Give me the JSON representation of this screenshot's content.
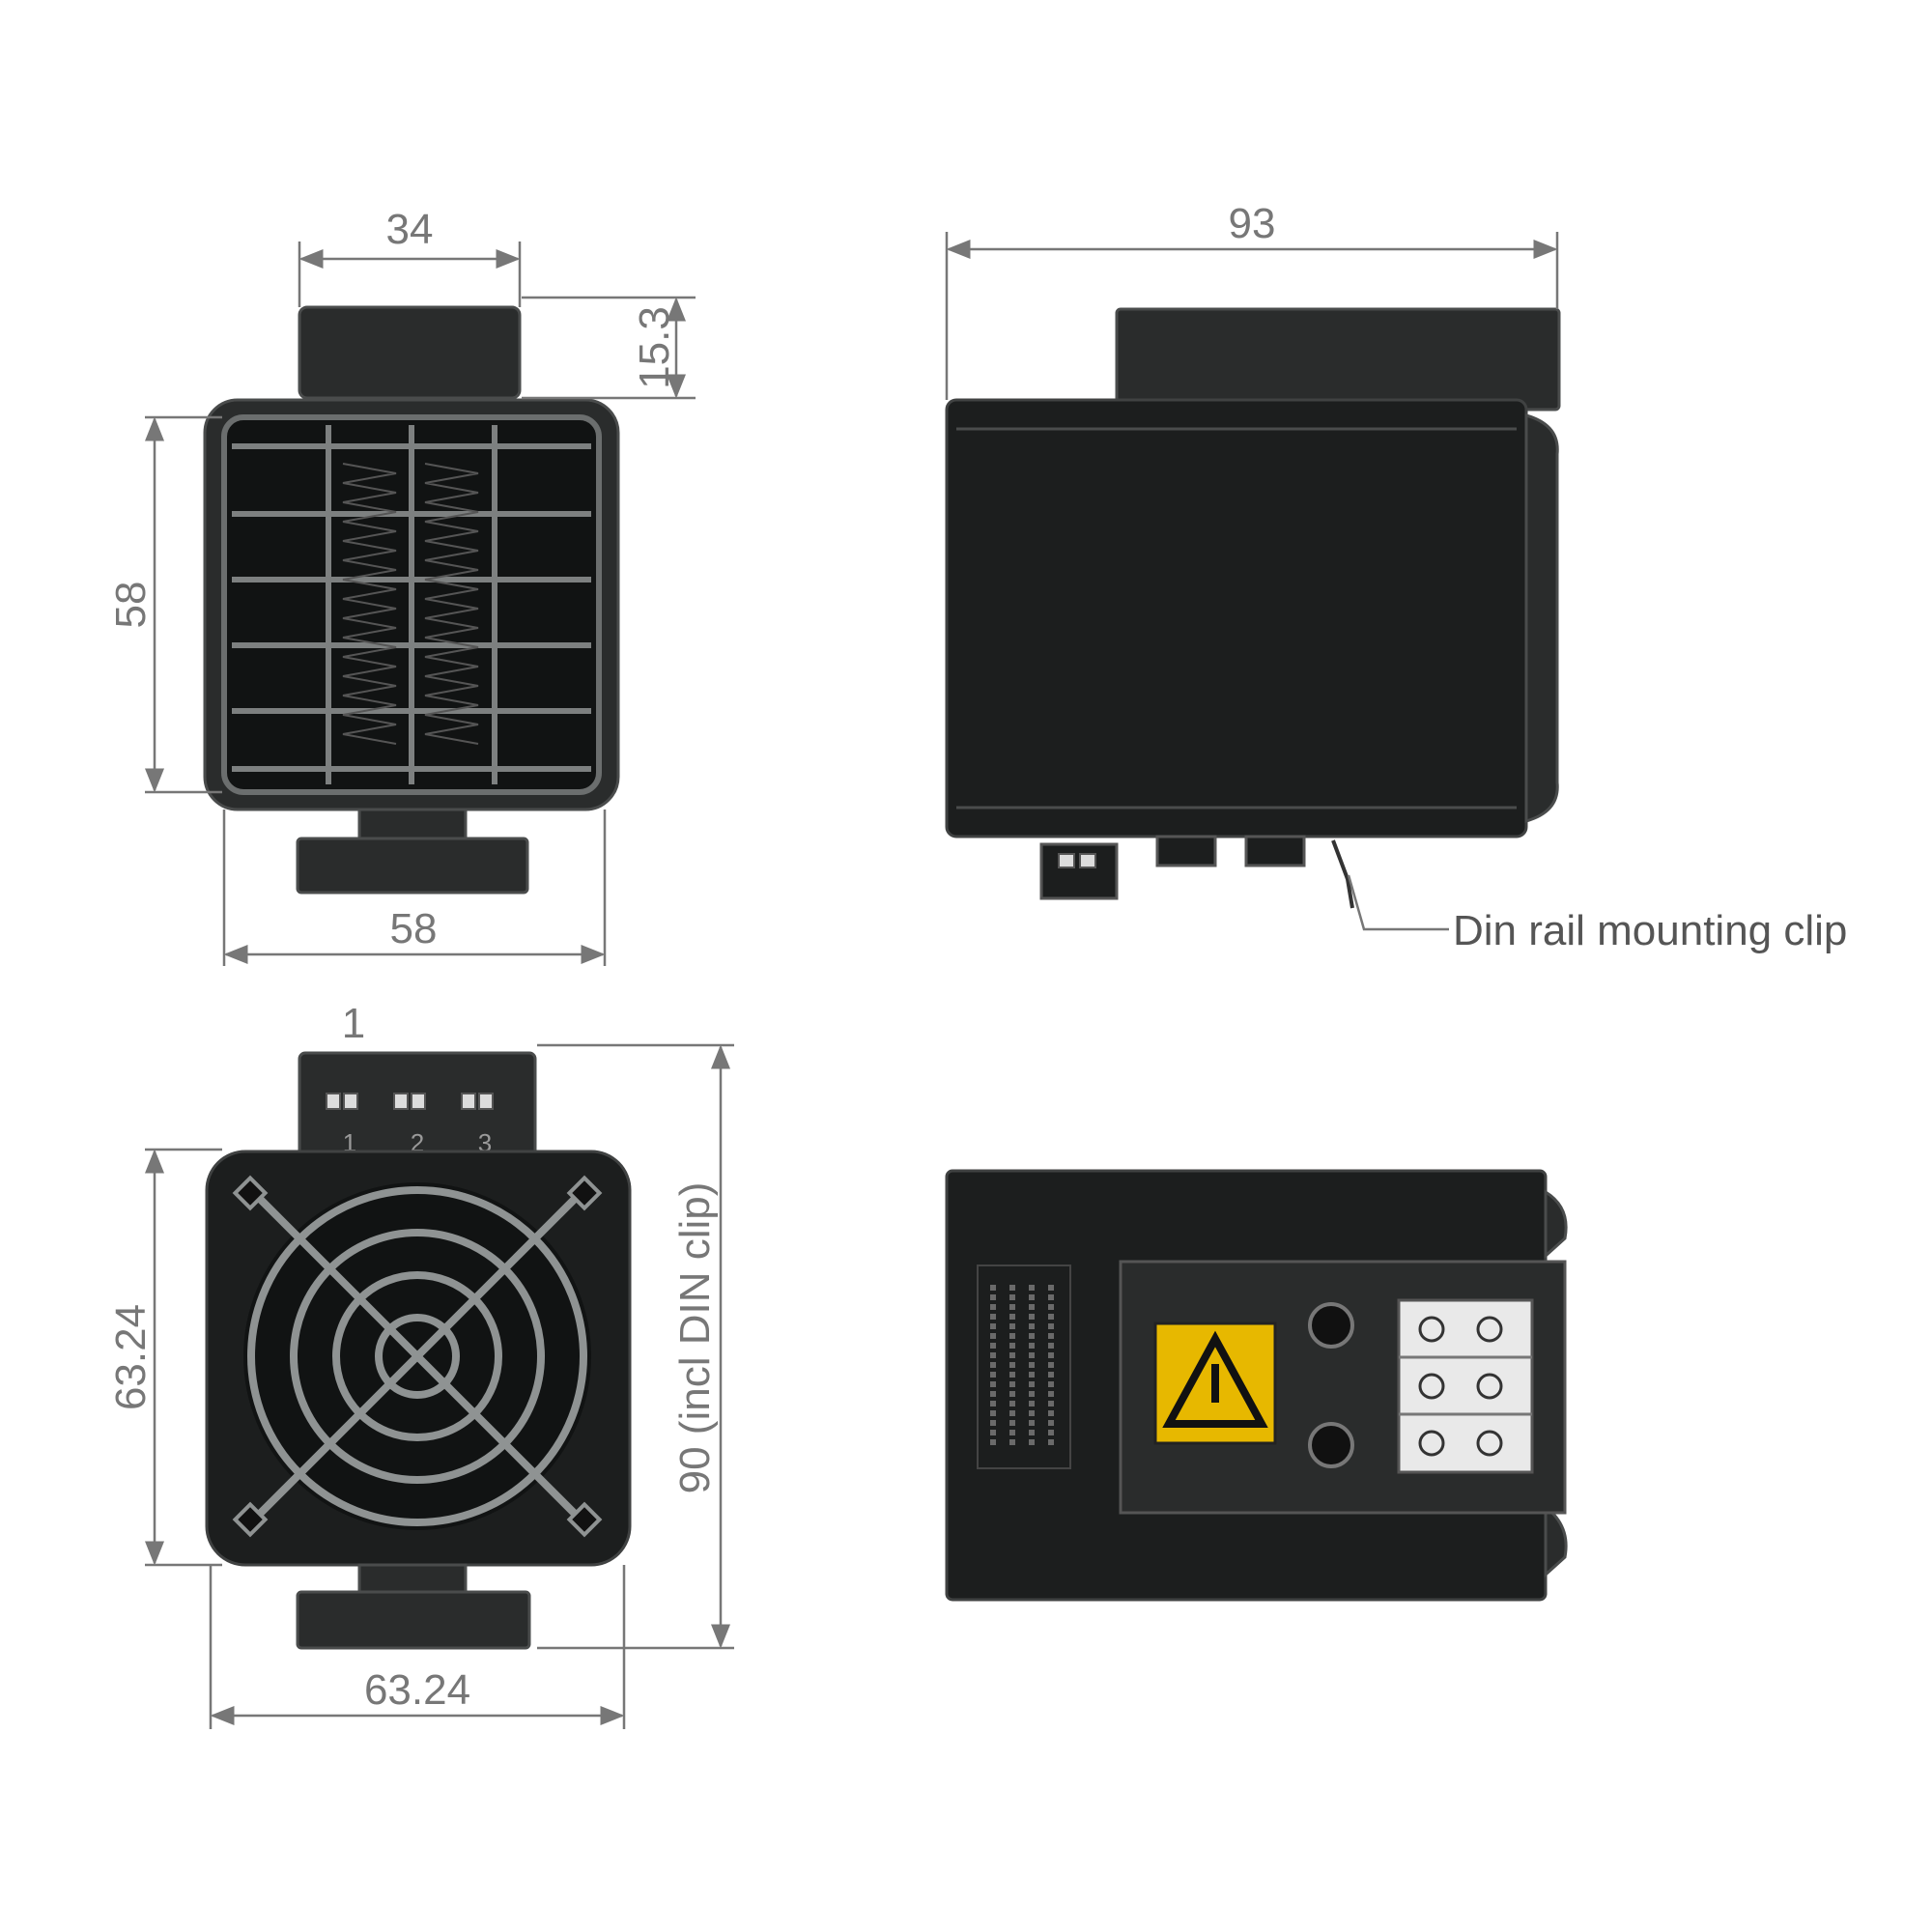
{
  "dimensions": {
    "front_top_connector_width": "34",
    "front_connector_height": "15.3",
    "front_height": "58",
    "front_width": "58",
    "side_length": "93",
    "rear_terminal_label": "1",
    "rear_height": "63.24",
    "rear_width": "63.24",
    "rear_total_height": "90 (incl DIN clip)"
  },
  "labels": {
    "din_clip": "Din rail mounting clip"
  },
  "terminals": [
    "1",
    "2",
    "3"
  ],
  "colors": {
    "housing": "#2a2c2c",
    "warning_label": "#e7b800",
    "dimension_lines": "#777777"
  }
}
